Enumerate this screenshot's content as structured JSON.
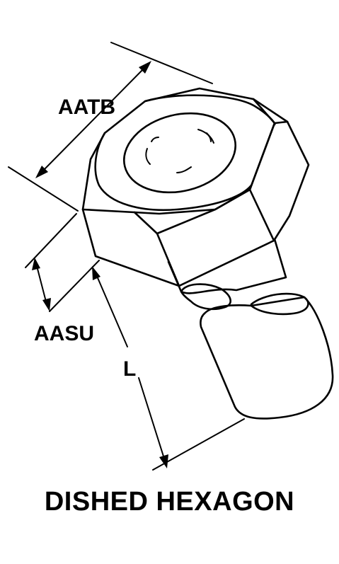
{
  "labels": {
    "aatb": "AATB",
    "aasu": "AASU",
    "length": "L"
  },
  "caption": "DISHED HEXAGON",
  "colors": {
    "ink": "#000000",
    "background": "#ffffff"
  }
}
